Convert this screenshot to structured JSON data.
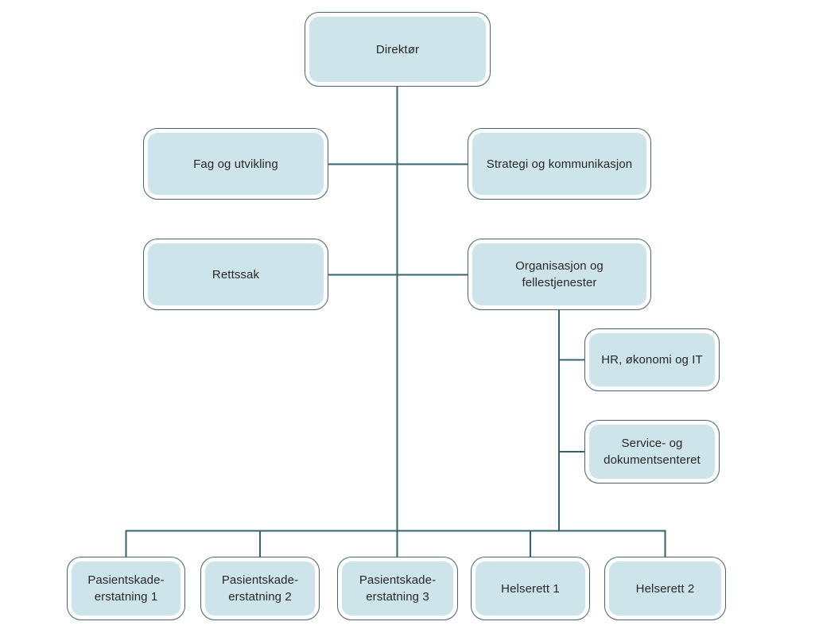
{
  "chart_title": "",
  "colors": {
    "background": "#ffffff",
    "node_fill": "#cee4eb",
    "node_border": "#47646e",
    "connector": "#35636c",
    "text": "#26282a"
  },
  "nodes": [
    {
      "id": "direktor",
      "label": "Direktør",
      "parent": null
    },
    {
      "id": "fag",
      "label": "Fag og utvikling",
      "parent": "direktor"
    },
    {
      "id": "strategi",
      "label": "Strategi og kommunikasjon",
      "parent": "direktor"
    },
    {
      "id": "rettssak",
      "label": "Rettssak",
      "parent": "direktor"
    },
    {
      "id": "organisasjon",
      "label": "Organisasjon og fellestjenester",
      "parent": "direktor"
    },
    {
      "id": "hr",
      "label": "HR, økonomi og IT",
      "parent": "organisasjon"
    },
    {
      "id": "service",
      "label": "Service- og dokumentsenteret",
      "parent": "organisasjon"
    },
    {
      "id": "pasient1",
      "label": "Pasientskade-erstatning 1",
      "parent": "direktor"
    },
    {
      "id": "pasient2",
      "label": "Pasientskade-erstatning 2",
      "parent": "direktor"
    },
    {
      "id": "pasient3",
      "label": "Pasientskade-erstatning 3",
      "parent": "direktor"
    },
    {
      "id": "helserett1",
      "label": "Helserett 1",
      "parent": "direktor"
    },
    {
      "id": "helserett2",
      "label": "Helserett 2",
      "parent": "direktor"
    }
  ]
}
